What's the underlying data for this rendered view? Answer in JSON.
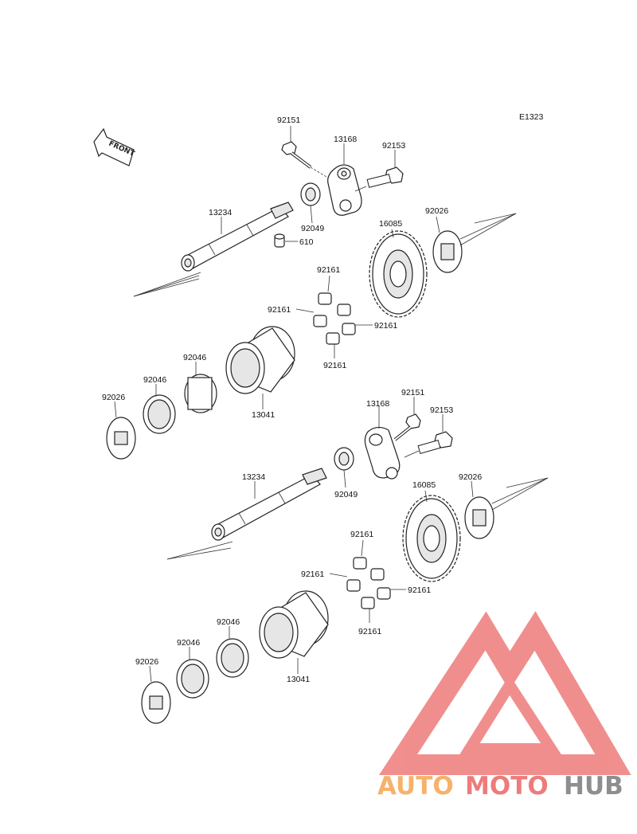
{
  "diagram_code": "E1323",
  "front_label": "FRONT",
  "parts_upper": {
    "bolt_a": "92151",
    "bracket": "13168",
    "bolt_b": "92153",
    "shaft": "13234",
    "bearing": "92049",
    "pin": "610",
    "gear": "16085",
    "washer_right": "92026",
    "damper_top": "92161",
    "damper_left": "92161",
    "damper_right": "92161",
    "damper_bottom": "92161",
    "needle_bearing_a": "92046",
    "needle_bearing_b": "92046",
    "washer_left": "92026",
    "hub": "13041"
  },
  "parts_lower": {
    "bracket": "13168",
    "bolt_a": "92151",
    "bolt_b": "92153",
    "shaft": "13234",
    "bearing": "92049",
    "gear": "16085",
    "washer_right": "92026",
    "damper_top": "92161",
    "damper_left": "92161",
    "damper_right": "92161",
    "damper_bottom": "92161",
    "needle_bearing_a": "92046",
    "needle_bearing_b": "92046",
    "washer_left": "92026",
    "hub": "13041"
  },
  "watermark": {
    "part1": "AUTO",
    "part2": "MOTO",
    "part3": "HUB",
    "color_light": "#f6b26b",
    "color_red": "#ee7b7b",
    "color_grey": "#8e8e8e"
  }
}
